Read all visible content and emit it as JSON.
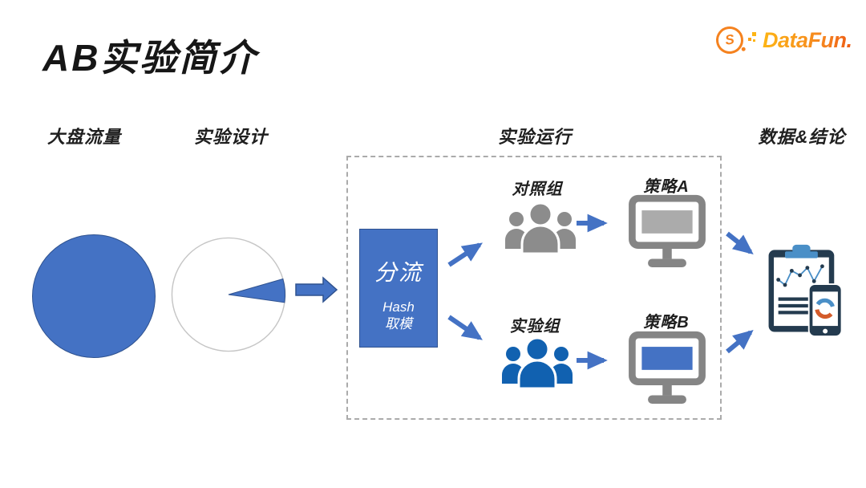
{
  "title": "AB实验简介",
  "logo": {
    "badge_letter": "S",
    "brand": "DataFun."
  },
  "stage_labels": {
    "traffic": "大盘流量",
    "design": "实验设计",
    "run": "实验运行",
    "data": "数据&结论"
  },
  "splitter": {
    "title": "分流",
    "method_line1": "Hash",
    "method_line2": "取模"
  },
  "control": {
    "group_label": "对照组",
    "strategy_label": "策略A"
  },
  "experiment": {
    "group_label": "实验组",
    "strategy_label": "策略B"
  },
  "pie": {
    "highlight_slice_start_deg": -16,
    "highlight_slice_end_deg": 8
  },
  "colors": {
    "accent_blue": "#4472C4",
    "accent_blue_dark": "#2F528F",
    "people_gray": "#8C8C8C",
    "people_blue": "#1161B0",
    "monitor_gray": "#858585",
    "monitor_screen_gray": "#ABABAB",
    "border_gray": "#ABABAB",
    "clipboard_navy": "#243B4F",
    "clip_blue": "#4A8FC7",
    "donut_orange": "#D35B2A",
    "brand_orange": "#F5821F",
    "brand_yellow": "#FDB515"
  }
}
